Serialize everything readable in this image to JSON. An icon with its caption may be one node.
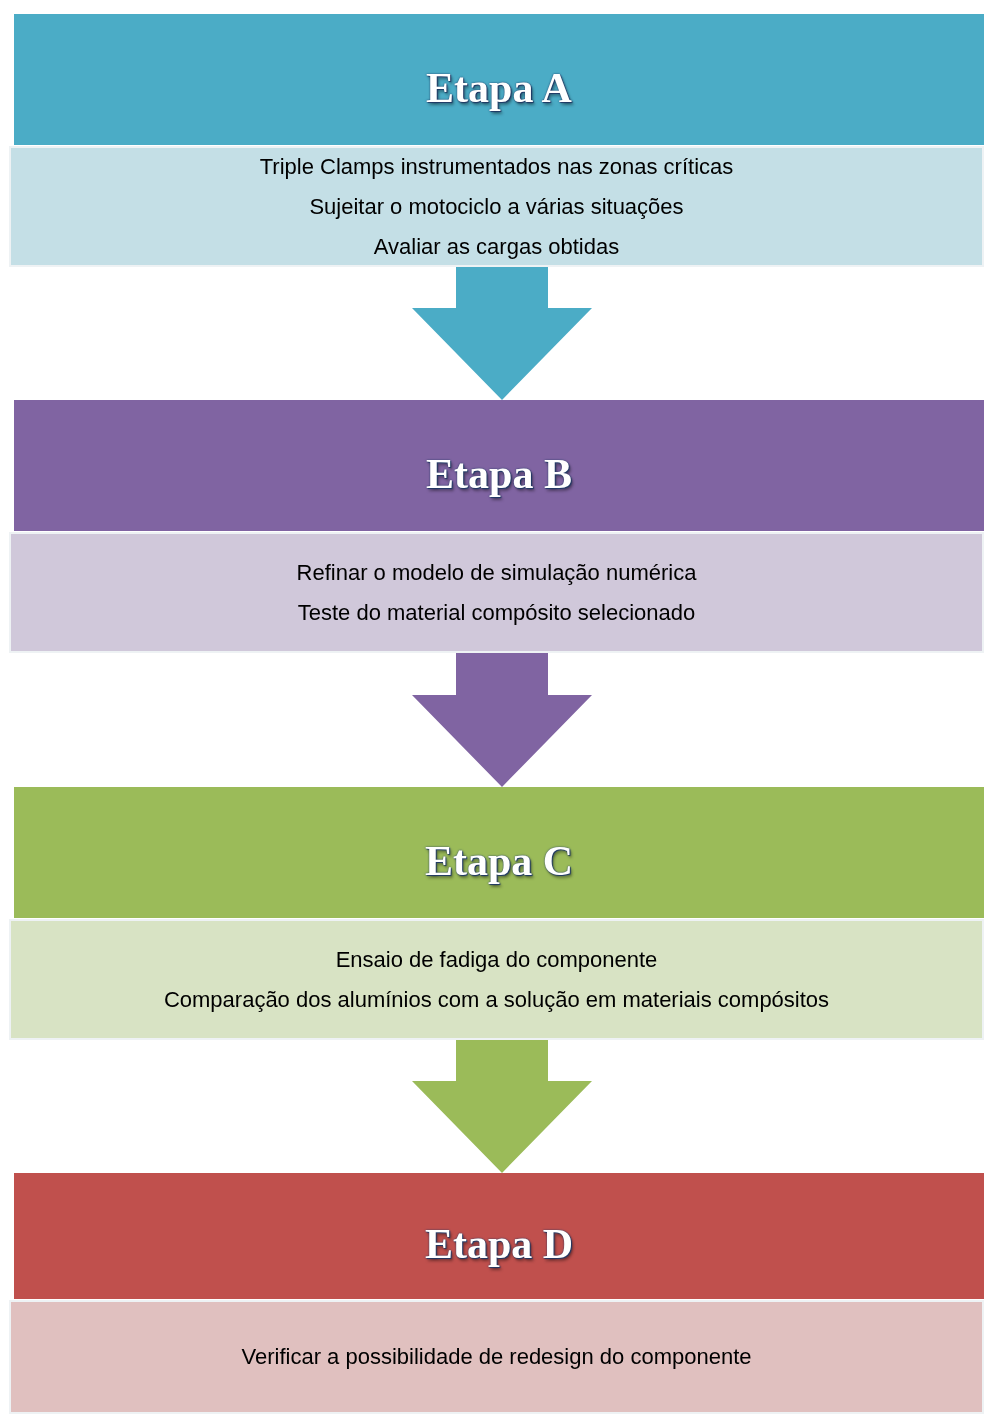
{
  "diagram": {
    "nodes": [
      {
        "text": [
          "Etapa A"
        ]
      },
      {
        "text": [
          "Triple Clamps instrumentados nas zonas críticas",
          "Sujeitar o motociclo a várias situações",
          "Avaliar as cargas obtidas"
        ]
      },
      {
        "text": [
          "Etapa B"
        ]
      },
      {
        "text": [
          "Refinar o modelo de simulação numérica",
          "Teste do material compósito selecionado"
        ]
      },
      {
        "text": [
          "Etapa C"
        ]
      },
      {
        "text": [
          "Ensaio de fadiga do componente",
          "Comparação dos alumínios com a solução em materiais compósitos"
        ]
      },
      {
        "text": [
          "Etapa D"
        ]
      },
      {
        "text": [
          "Verificar a possibilidade de redesign do componente"
        ]
      }
    ],
    "edges": [
      {
        "from": 1,
        "to": 2,
        "arrow": "to",
        "style": "thick",
        "color": "#4bacc6"
      },
      {
        "from": 3,
        "to": 4,
        "arrow": "to",
        "style": "thick",
        "color": "#8064a2"
      },
      {
        "from": 5,
        "to": 6,
        "arrow": "to",
        "style": "thick",
        "color": "#9bbb59"
      }
    ]
  }
}
